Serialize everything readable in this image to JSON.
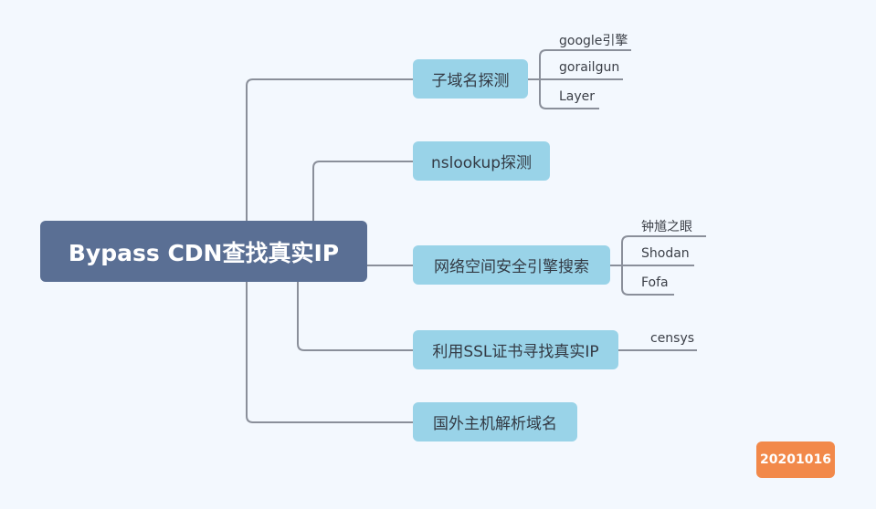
{
  "root": {
    "label": "Bypass CDN查找真实IP"
  },
  "branches": [
    {
      "label": "子域名探测",
      "children": [
        "google引擎",
        "gorailgun",
        "Layer"
      ]
    },
    {
      "label": "nslookup探测",
      "children": []
    },
    {
      "label": "网络空间安全引擎搜索",
      "children": [
        "钟馗之眼",
        "Shodan",
        "Fofa"
      ]
    },
    {
      "label": "利用SSL证书寻找真实IP",
      "children": [
        "censys"
      ]
    },
    {
      "label": "国外主机解析域名",
      "children": []
    }
  ],
  "date_badge": "20201016",
  "colors": {
    "background": "#f3f8fe",
    "root": "#5a6f94",
    "branch": "#99d3e8",
    "connector": "#8a8f9a",
    "badge": "#f2894a"
  }
}
